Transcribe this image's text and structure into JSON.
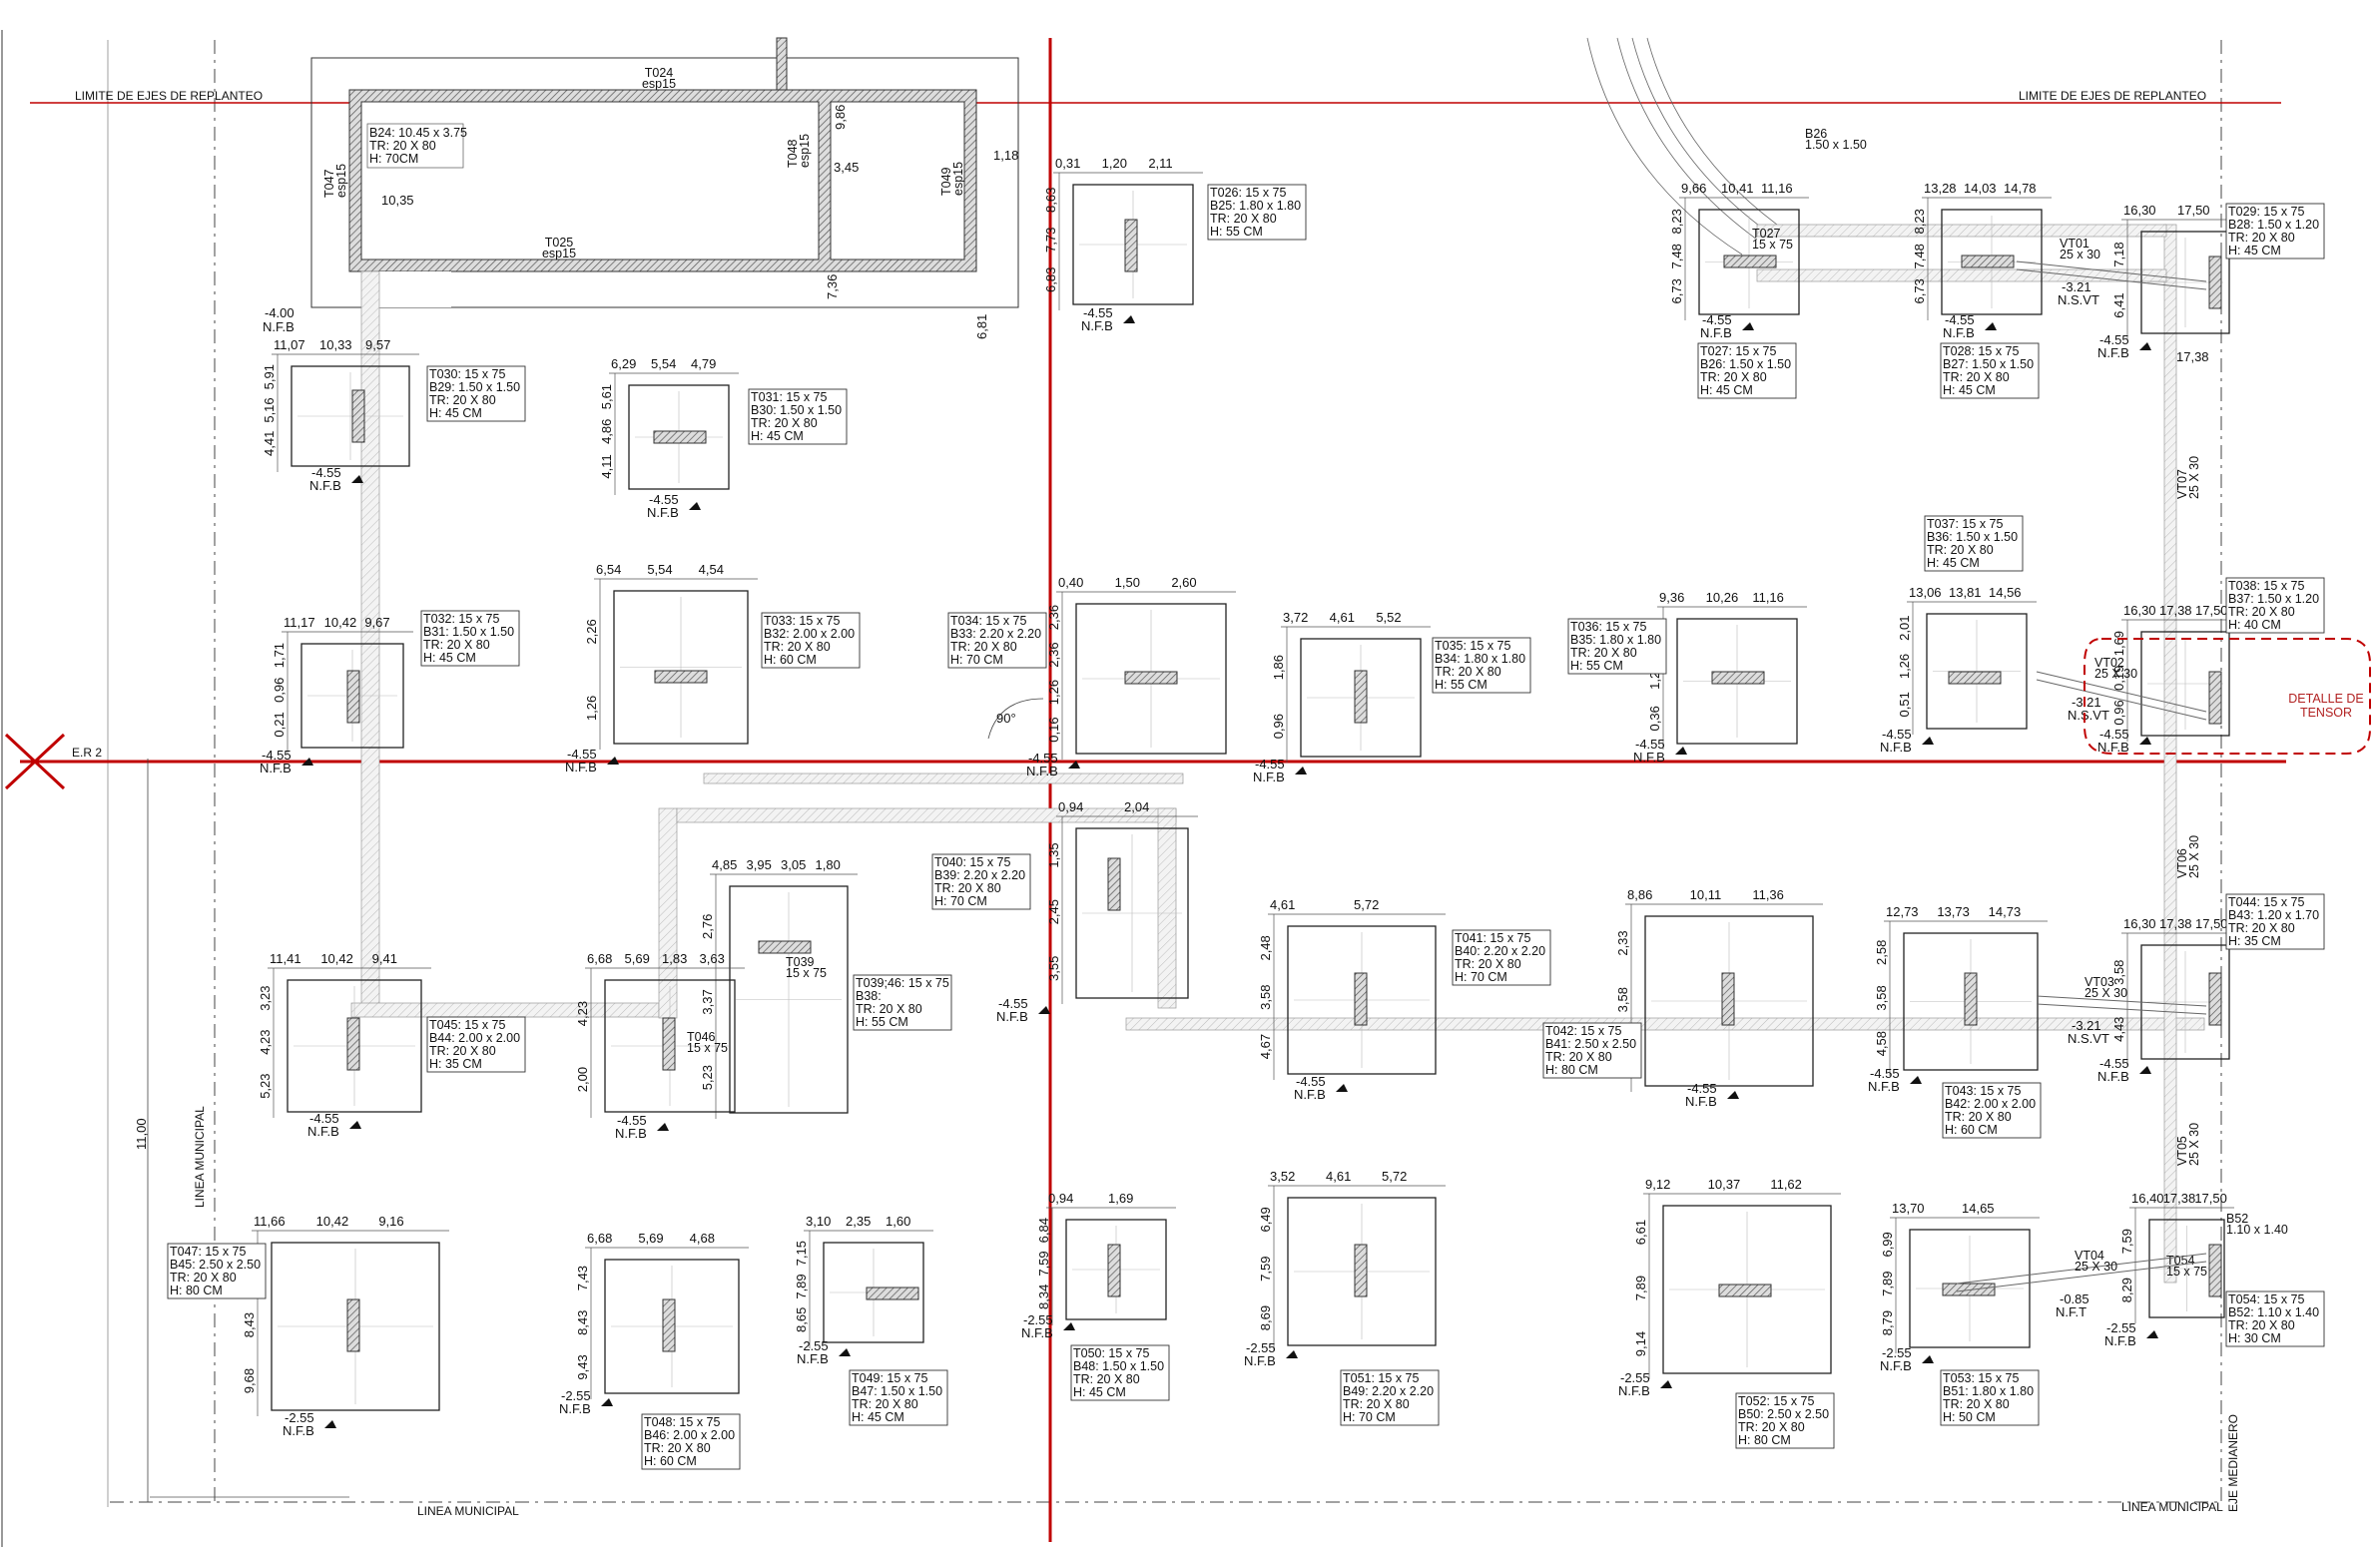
{
  "axes": {
    "limit_left": "LIMITE DE EJES DE REPLANTEO",
    "limit_right": "LIMITE DE EJES DE REPLANTEO",
    "er_label": "E.R 2",
    "linea_municipal_bottom_left": "LINEA MUNICIPAL",
    "linea_municipal_bottom_right": "LINEA MUNICIPAL",
    "linea_municipal_vertical": "LINEA MUNICIPAL",
    "eje_medianero": "EJE MEDIANERO",
    "total_dim": "11,00",
    "angle": "90°"
  },
  "detail": {
    "line1": "DETALLE DE",
    "line2": "TENSOR"
  },
  "colors": {
    "axis": "#c00000",
    "line": "#222222",
    "hatch": "#666666"
  },
  "top_tank": {
    "t024": "T024",
    "t024_sub": "esp15",
    "t025": "T025",
    "t025_sub": "esp15",
    "t047": "T047",
    "t047_sub": "esp15",
    "t048": "T048",
    "t048_sub": "esp15",
    "t049": "T049",
    "t049_sub": "esp15",
    "b24": [
      "B24: 10.45 x 3.75",
      "TR: 20 X 80",
      "H: 70CM"
    ],
    "dims": [
      "10,35",
      "9,86",
      "3,45",
      "1,18",
      "7,36",
      "6,81"
    ]
  },
  "b26": {
    "name": "B26",
    "size": "1.50 x 1.50"
  },
  "footings": [
    {
      "id": "f26",
      "labels": [
        "T026: 15 x 75",
        "B25: 1.80 x 1.80",
        "TR: 20 X 80",
        "H: 55 CM"
      ],
      "top": [
        "0,31",
        "1,20",
        "2,11"
      ],
      "side": [
        "8,63",
        "7,73",
        "6,83"
      ],
      "level": "-4.55",
      "nfb": "N.F.B"
    },
    {
      "id": "f27",
      "labels": [
        "T027: 15 x 75",
        "B26: 1.50 x 1.50",
        "TR: 20 X 80",
        "H: 45 CM"
      ],
      "top": [
        "9,66",
        "10,41",
        "11,16"
      ],
      "side": [
        "8,23",
        "7,48",
        "6,73"
      ],
      "level": "-4.55",
      "nfb": "N.F.B",
      "tag": [
        "T027",
        "15 x 75"
      ]
    },
    {
      "id": "f28",
      "labels": [
        "T028: 15 x 75",
        "B27: 1.50 x 1.50",
        "TR: 20 X 80",
        "H: 45 CM"
      ],
      "top": [
        "13,28",
        "14,03",
        "14,78"
      ],
      "side": [
        "8,23",
        "7,48",
        "6,73"
      ],
      "level": "-4.55",
      "nfb": "N.F.B"
    },
    {
      "id": "f29",
      "labels": [
        "T029: 15 x 75",
        "B28: 1.50 x 1.20",
        "TR: 20 X 80",
        "H: 45 CM"
      ],
      "top": [
        "16,30",
        "17,50"
      ],
      "side": [
        "7,18",
        "6,41"
      ],
      "level": "-4.55",
      "nfb": "N.F.B",
      "extra": "17,38"
    },
    {
      "id": "f30",
      "labels": [
        "T030: 15 x 75",
        "B29: 1.50 x 1.50",
        "TR: 20 X 80",
        "H: 45 CM"
      ],
      "top": [
        "11,07",
        "10,33",
        "9,57"
      ],
      "side": [
        "5,91",
        "5,16",
        "4,41"
      ],
      "level": "-4.55",
      "nfb": "N.F.B"
    },
    {
      "id": "f31",
      "labels": [
        "T031: 15 x 75",
        "B30: 1.50 x 1.50",
        "TR: 20 X 80",
        "H: 45 CM"
      ],
      "top": [
        "6,29",
        "5,54",
        "4,79"
      ],
      "side": [
        "5,61",
        "4,86",
        "4,11"
      ],
      "level": "-4.55",
      "nfb": "N.F.B"
    },
    {
      "id": "f32",
      "labels": [
        "T032: 15 x 75",
        "B31: 1.50 x 1.50",
        "TR: 20 X 80",
        "H: 45 CM"
      ],
      "top": [
        "11,17",
        "10,42",
        "9,67"
      ],
      "side": [
        "1,71",
        "0,96",
        "0,21"
      ],
      "level": "-4.55",
      "nfb": "N.F.B"
    },
    {
      "id": "f33",
      "labels": [
        "T033: 15 x 75",
        "B32: 2.00 x 2.00",
        "TR: 20 X 80",
        "H: 60 CM"
      ],
      "top": [
        "6,54",
        "5,54",
        "4,54"
      ],
      "side": [
        "2,26",
        "1,26"
      ],
      "level": "-4.55",
      "nfb": "N.F.B"
    },
    {
      "id": "f34",
      "labels": [
        "T034: 15 x 75",
        "B33: 2.20 x 2.20",
        "TR: 20 X 80",
        "H: 70 CM"
      ],
      "top": [
        "0,40",
        "1,50",
        "2,60"
      ],
      "side": [
        "2,36",
        "2,36",
        "1,26",
        "0,16"
      ],
      "level": "-4.55",
      "nfb": "N.F.B"
    },
    {
      "id": "f35",
      "labels": [
        "T035: 15 x 75",
        "B34: 1.80 x 1.80",
        "TR: 20 X 80",
        "H: 55 CM"
      ],
      "top": [
        "3,72",
        "4,61",
        "5,52"
      ],
      "side": [
        "1,86",
        "0,96"
      ],
      "level": "-4.55",
      "nfb": "N.F.B"
    },
    {
      "id": "f36",
      "labels": [
        "T036: 15 x 75",
        "B35: 1.80 x 1.80",
        "TR: 20 X 80",
        "H: 55 CM"
      ],
      "top": [
        "9,36",
        "10,26",
        "11,16"
      ],
      "side": [
        "2,16",
        "1,26",
        "0,36"
      ],
      "level": "-4.55",
      "nfb": "N.F.B"
    },
    {
      "id": "f37",
      "labels": [
        "T037: 15 x 75",
        "B36: 1.50 x 1.50",
        "TR: 20 X 80",
        "H: 45 CM"
      ],
      "top": [
        "13,06",
        "13,81",
        "14,56"
      ],
      "side": [
        "2,01",
        "1,26",
        "0,51"
      ],
      "level": "-4.55",
      "nfb": "N.F.B"
    },
    {
      "id": "f38",
      "labels": [
        "T038: 15 x 75",
        "B37: 1.50 x 1.20",
        "TR: 20 X 80",
        "H: 40 CM"
      ],
      "top": [
        "16,30",
        "17,38",
        "17,50"
      ],
      "side": [
        "1,69",
        "0,19",
        "0,96"
      ],
      "level": "-4.55",
      "nfb": "N.F.B"
    },
    {
      "id": "f39",
      "labels": [
        "T039;46: 15 x 75",
        "B38:",
        "TR: 20 X 80",
        "H: 55 CM"
      ],
      "top": [
        "4,85",
        "3,95",
        "3,05",
        "1,80"
      ],
      "side": [
        "2,76",
        "3,37",
        "5,23"
      ],
      "tag": [
        "T039",
        "15 x 75"
      ]
    },
    {
      "id": "f40",
      "labels": [
        "T040: 15 x 75",
        "B39: 2.20 x 2.20",
        "TR: 20 X 80",
        "H: 70 CM"
      ],
      "top": [
        "0,94",
        "2,04"
      ],
      "side": [
        "1,35",
        "2,45",
        "3,55"
      ],
      "level": "-4.55",
      "nfb": "N.F.B"
    },
    {
      "id": "f41",
      "labels": [
        "T041: 15 x 75",
        "B40: 2.20 x 2.20",
        "TR: 20 X 80",
        "H: 70 CM"
      ],
      "top": [
        "4,61",
        "5,72"
      ],
      "side": [
        "2,48",
        "3,58",
        "4,67"
      ],
      "level": "-4.55",
      "nfb": "N.F.B"
    },
    {
      "id": "f42",
      "labels": [
        "T042: 15 x 75",
        "B41: 2.50 x 2.50",
        "TR: 20 X 80",
        "H: 80 CM"
      ],
      "top": [
        "8,86",
        "10,11",
        "11,36"
      ],
      "side": [
        "2,33",
        "3,58",
        "4,83"
      ],
      "level": "-4.55",
      "nfb": "N.F.B"
    },
    {
      "id": "f43",
      "labels": [
        "T043: 15 x 75",
        "B42: 2.00 x 2.00",
        "TR: 20 X 80",
        "H: 60 CM"
      ],
      "top": [
        "12,73",
        "13,73",
        "14,73"
      ],
      "side": [
        "2,58",
        "3,58",
        "4,58"
      ],
      "level": "-4.55",
      "nfb": "N.F.B"
    },
    {
      "id": "f44",
      "labels": [
        "T044: 15 x 75",
        "B43: 1.20 x 1.70",
        "TR: 20 X 80",
        "H: 35 CM"
      ],
      "top": [
        "16,30",
        "17,38",
        "17,50"
      ],
      "side": [
        "3,58",
        "4,43"
      ],
      "level": "-4.55",
      "nfb": "N.F.B"
    },
    {
      "id": "f45",
      "labels": [
        "T045: 15 x 75",
        "B44: 2.00 x 2.00",
        "TR: 20 X 80",
        "H: 35 CM"
      ],
      "top": [
        "11,41",
        "10,42",
        "9,41"
      ],
      "side": [
        "3,23",
        "4,23",
        "5,23"
      ],
      "level": "-4.55",
      "nfb": "N.F.B"
    },
    {
      "id": "f46",
      "labels": [],
      "top": [
        "6,68",
        "5,69",
        "1,83",
        "3,63"
      ],
      "side": [
        "4,23",
        "2,00"
      ],
      "level": "-4.55",
      "nfb": "N.F.B",
      "tag": [
        "T046",
        "15 x 75"
      ]
    },
    {
      "id": "f47",
      "labels": [
        "T047: 15 x 75",
        "B45: 2.50 x 2.50",
        "TR: 20 X 80",
        "H: 80 CM"
      ],
      "top": [
        "11,66",
        "10,42",
        "9,16"
      ],
      "side": [
        "7,18",
        "8,43",
        "9,68"
      ],
      "level": "-2.55",
      "nfb": "N.F.B"
    },
    {
      "id": "f48",
      "labels": [
        "T048: 15 x 75",
        "B46: 2.00 x 2.00",
        "TR: 20 X 80",
        "H: 60 CM"
      ],
      "top": [
        "6,68",
        "5,69",
        "4,68"
      ],
      "side": [
        "7,43",
        "8,43",
        "9,43"
      ],
      "level": "-2.55",
      "nfb": "N.F.B"
    },
    {
      "id": "f49",
      "labels": [
        "T049: 15 x 75",
        "B47: 1.50 x 1.50",
        "TR: 20 X 80",
        "H: 45 CM"
      ],
      "top": [
        "3,10",
        "2,35",
        "1,60"
      ],
      "side": [
        "7,15",
        "7,89",
        "8,65"
      ],
      "level": "-2.55",
      "nfb": "N.F.B"
    },
    {
      "id": "f50",
      "labels": [
        "T050: 15 x 75",
        "B48: 1.50 x 1.50",
        "TR: 20 X 80",
        "H: 45 CM"
      ],
      "top": [
        "0,94",
        "1,69"
      ],
      "side": [
        "6,84",
        "7,59",
        "8,34"
      ],
      "level": "-2.55",
      "nfb": "N.F.B"
    },
    {
      "id": "f51",
      "labels": [
        "T051: 15 x 75",
        "B49: 2.20 x 2.20",
        "TR: 20 X 80",
        "H: 70 CM"
      ],
      "top": [
        "3,52",
        "4,61",
        "5,72"
      ],
      "side": [
        "6,49",
        "7,59",
        "8,69"
      ],
      "level": "-2.55",
      "nfb": "N.F.B"
    },
    {
      "id": "f52",
      "labels": [
        "T052: 15 x 75",
        "B50: 2.50 x 2.50",
        "TR: 20 X 80",
        "H: 80 CM"
      ],
      "top": [
        "9,12",
        "10,37",
        "11,62"
      ],
      "side": [
        "6,61",
        "7,89",
        "9,14"
      ],
      "level": "-2.55",
      "nfb": "N.F.B"
    },
    {
      "id": "f53",
      "labels": [
        "T053: 15 x 75",
        "B51: 1.80 x 1.80",
        "TR: 20 X 80",
        "H: 50 CM"
      ],
      "top": [
        "13,70",
        "14,65"
      ],
      "side": [
        "6,99",
        "7,89",
        "8,79"
      ],
      "level": "-2.55",
      "nfb": "N.F.B"
    },
    {
      "id": "f54",
      "labels": [
        "T054: 15 x 75",
        "B52: 1.10 x 1.40",
        "TR: 20 X 80",
        "H: 30 CM"
      ],
      "top": [
        "16,40",
        "17,38",
        "17,50"
      ],
      "side": [
        "7,59",
        "8,29"
      ],
      "level": "-2.55",
      "nfb": "N.F.B",
      "tag": [
        "T054",
        "15 x 75"
      ],
      "b52": [
        "B52",
        "1.10 x 1.40"
      ]
    }
  ],
  "tensors": [
    {
      "name": "VT01",
      "size": "25 x 30",
      "level": "-3.21",
      "note": "N.S.VT"
    },
    {
      "name": "VT02",
      "size": "25 X 30",
      "level": "-3.21",
      "note": "N.S.VT"
    },
    {
      "name": "VT03",
      "size": "25 X 30",
      "level": "-3.21",
      "note": "N.S.VT"
    },
    {
      "name": "VT04",
      "size": "25 X 30",
      "level": "-0.85",
      "note": "N.F.T"
    },
    {
      "name": "VT05",
      "size": "25 X 30"
    },
    {
      "name": "VT06",
      "size": "25 X 30"
    },
    {
      "name": "VT07",
      "size": "25 X 30"
    }
  ]
}
